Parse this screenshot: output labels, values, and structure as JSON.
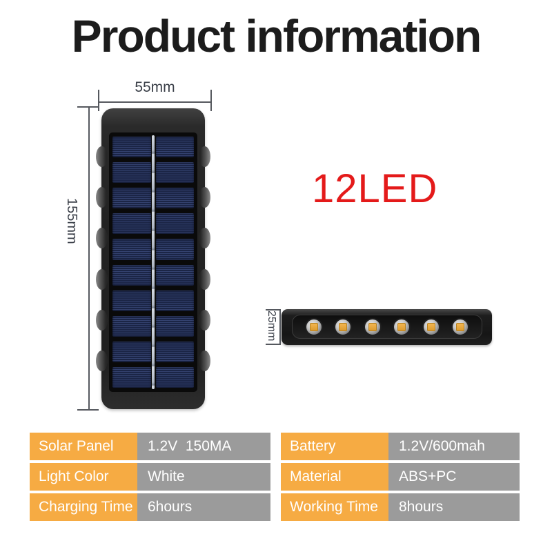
{
  "title": "Product information",
  "product": {
    "led_label": "12LED",
    "led_label_color": "#e41a1a",
    "dimensions": {
      "width_label": "55mm",
      "height_label": "155mm",
      "bar_height_label": "25mm"
    },
    "solar_panel_image": {
      "rows": 10,
      "columns": 2,
      "side_bumps_per_side": 6
    },
    "led_bar_image": {
      "led_count": 6,
      "led_chip_color": "#e8a93e"
    }
  },
  "colors": {
    "accent_orange": "#f6ab43",
    "value_gray": "#9b9b9b",
    "dimension_line": "#55585e",
    "panel_blue": "#1d2848"
  },
  "spec_tables": {
    "left": {
      "rows": [
        {
          "label": "Solar Panel",
          "value": "1.2V  150MA"
        },
        {
          "label": "Light Color",
          "value": "White"
        },
        {
          "label": "Charging Time",
          "value": "6hours"
        }
      ]
    },
    "right": {
      "rows": [
        {
          "label": "Battery",
          "value": "1.2V/600mah"
        },
        {
          "label": "Material",
          "value": "ABS+PC"
        },
        {
          "label": "Working Time",
          "value": "8hours"
        }
      ]
    }
  }
}
